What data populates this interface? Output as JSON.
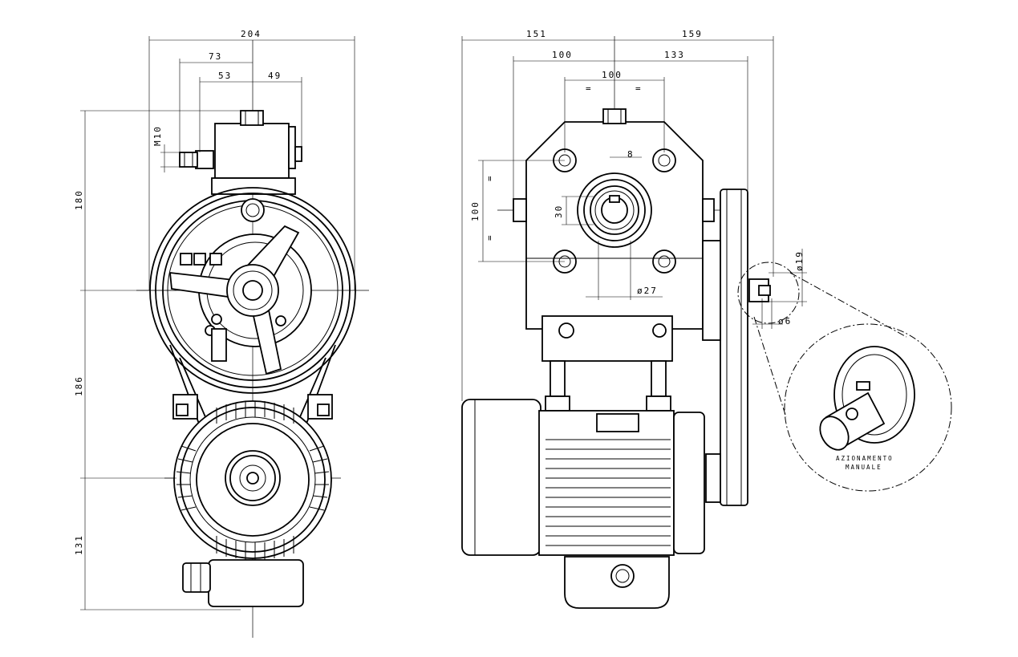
{
  "front_view": {
    "dims": {
      "overall_width": "204",
      "pulley_offset": "73",
      "left_half": "53",
      "right_half": "49",
      "bolt": "M10",
      "upper_height": "180",
      "middle_height": "186",
      "lower_height": "131"
    }
  },
  "side_view": {
    "dims": {
      "left_extent": "151",
      "right_extent": "159",
      "flange_left": "100",
      "flange_right": "133",
      "bolt_spacing": "100",
      "equal_mark": "=",
      "key_width": "8",
      "bore": "30",
      "vertical_spacing": "100",
      "hub_diameter": "ø27"
    }
  },
  "manual_drive": {
    "shaft_diameter": "ø19",
    "pin_diameter": "ø6",
    "label_line1": "AZIONAMENTO",
    "label_line2": "MANUALE"
  }
}
